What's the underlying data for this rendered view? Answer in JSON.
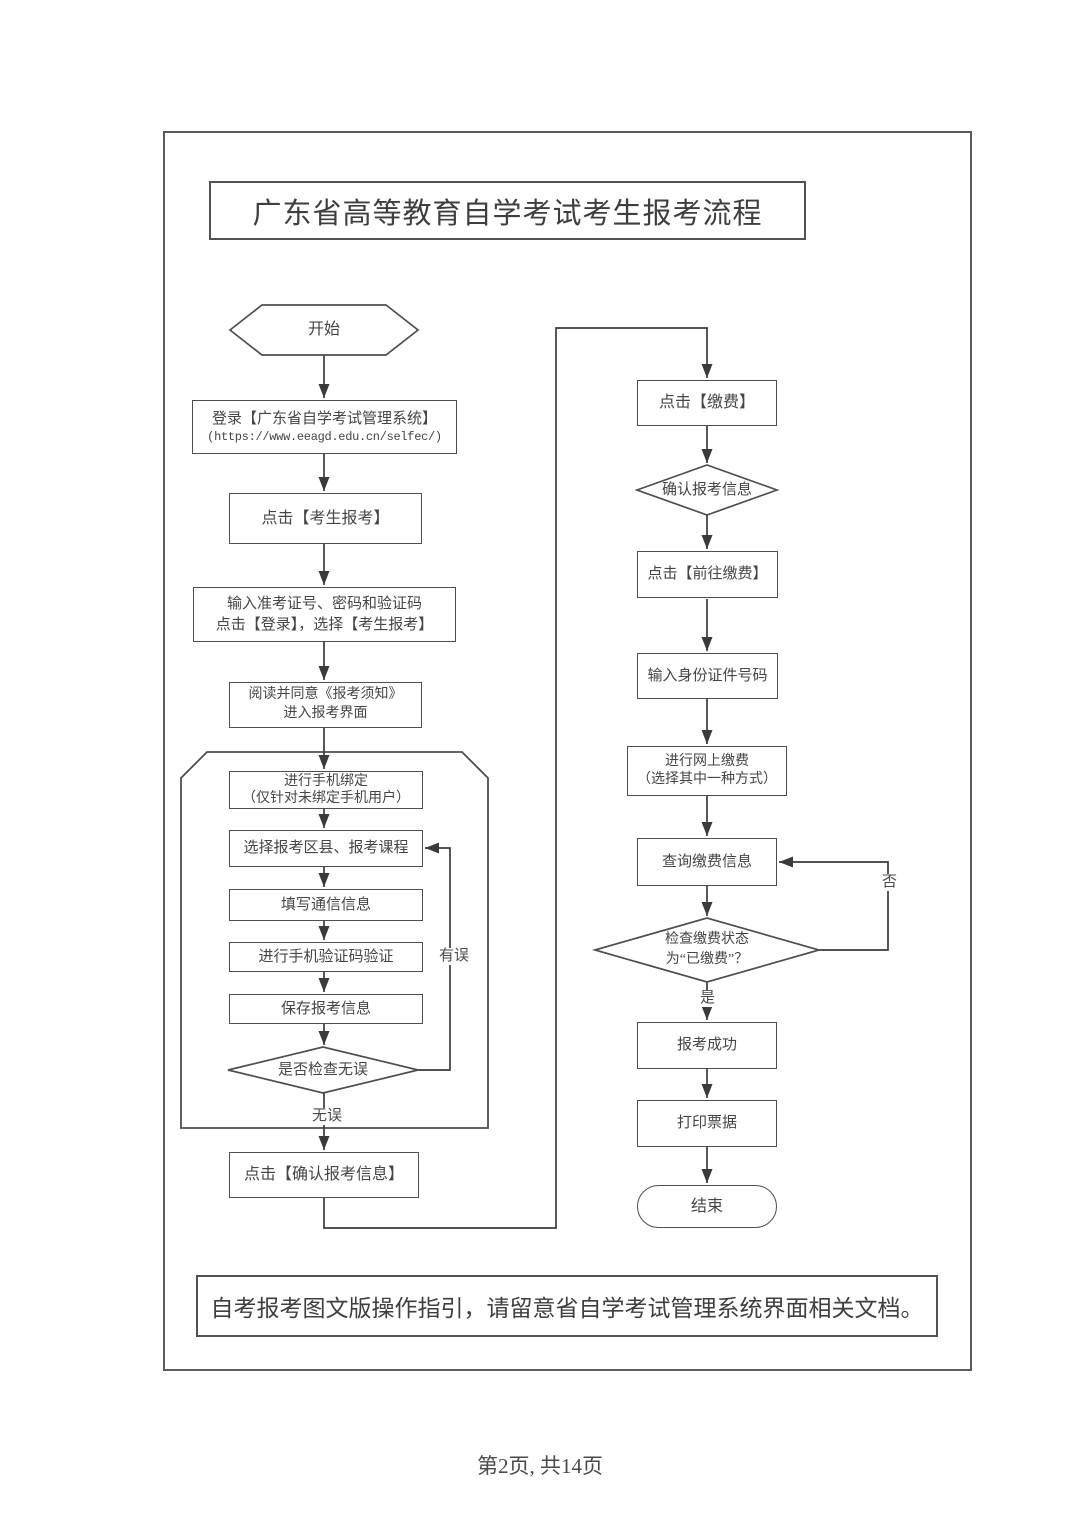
{
  "document": {
    "title": "广东省高等教育自学考试考生报考流程",
    "note": "自考报考图文版操作指引，请留意省自学考试管理系统界面相关文档。",
    "footer": "第2页, 共14页"
  },
  "flow": {
    "left": {
      "start": "开始",
      "login1": "登录【广东省自学考试管理系统】",
      "login2": "(https://www.eeagd.edu.cn/selfec/)",
      "candidate": "点击【考生报考】",
      "input1": "输入准考证号、密码和验证码",
      "input2": "点击【登录】，选择【考生报考】",
      "notice1": "阅读并同意《报考须知》",
      "notice2": "进入报考界面",
      "bind1": "进行手机绑定",
      "bind2": "（仅针对未绑定手机用户）",
      "select_course": "选择报考区县、报考课程",
      "fill_contact": "填写通信信息",
      "sms_verify": "进行手机验证码验证",
      "save_info": "保存报考信息",
      "check": "是否检查无误",
      "label_error": "有误",
      "label_correct": "无误",
      "confirm": "点击【确认报考信息】"
    },
    "right": {
      "pay": "点击【缴费】",
      "confirm_info": "确认报考信息",
      "goto_pay": "点击【前往缴费】",
      "enter_id": "输入身份证件号码",
      "online1": "进行网上缴费",
      "online2": "（选择其中一种方式）",
      "query": "查询缴费信息",
      "status1": "检查缴费状态",
      "status2": "为“已缴费”？",
      "label_no": "否",
      "label_yes": "是",
      "success": "报考成功",
      "print": "打印票据",
      "end": "结束"
    },
    "colors": {
      "line": "#3f3f3f",
      "border": "#4e4e4e",
      "text": "#454545"
    }
  }
}
